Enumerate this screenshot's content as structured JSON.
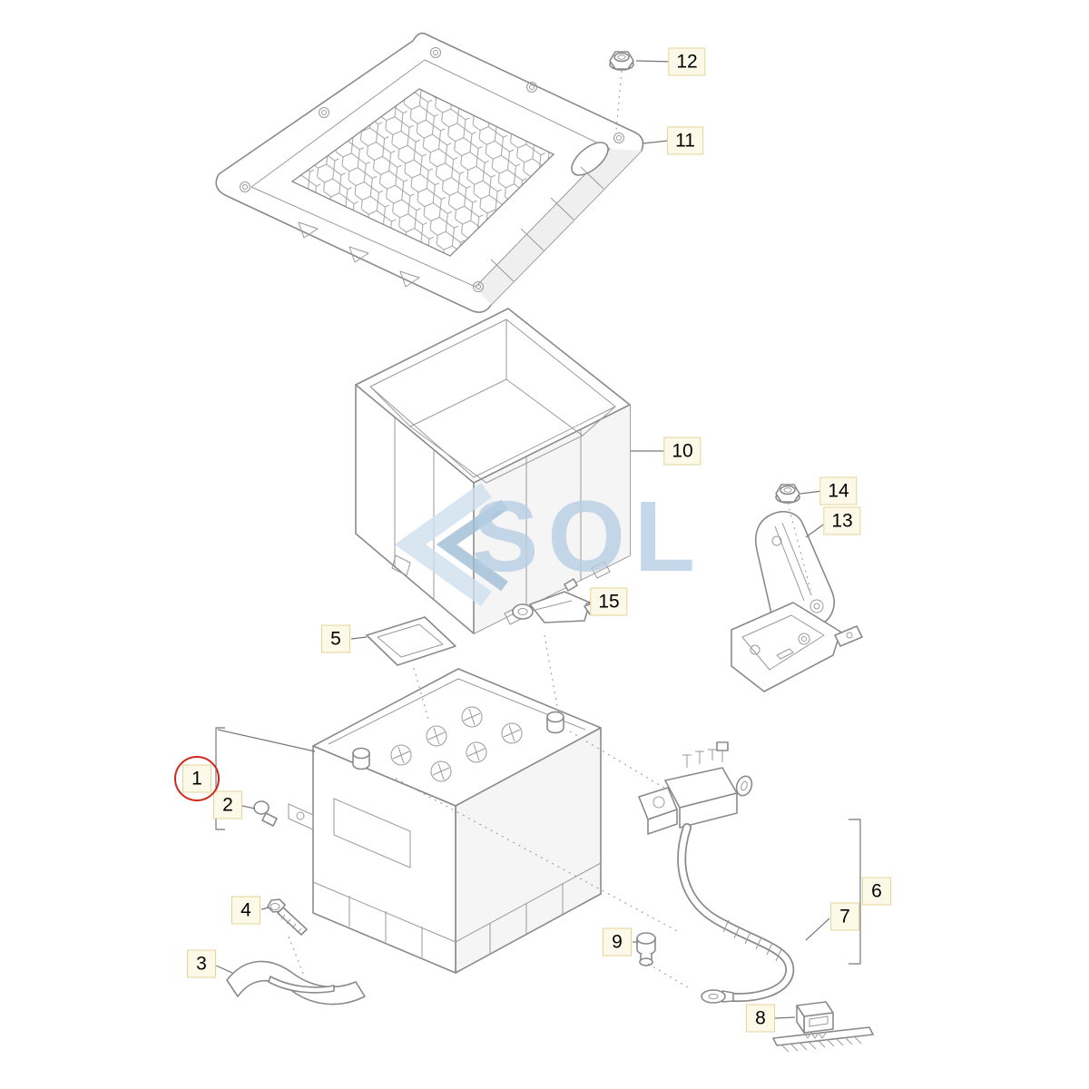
{
  "diagram": {
    "type": "exploded-parts-diagram",
    "subject": "car battery assembly with covers, brackets and cable",
    "background": "#ffffff",
    "line_color": "#8a8a8a",
    "callout_style": {
      "bg": "#fdf9e8",
      "border": "#e5d49a",
      "text_color": "#000000"
    },
    "selection": {
      "label": "1",
      "ring_color": "#d02818"
    },
    "watermark": {
      "text": "SOL",
      "logo": "sol-chevron-logo",
      "color": "#b7cfe4"
    },
    "callouts": [
      {
        "label": "1",
        "depicts": "battery",
        "selected": true
      },
      {
        "label": "2",
        "depicts": "plug"
      },
      {
        "label": "3",
        "depicts": "hold-down bracket"
      },
      {
        "label": "4",
        "depicts": "bolt"
      },
      {
        "label": "5",
        "depicts": "retaining plate"
      },
      {
        "label": "6",
        "depicts": "cable assembly group"
      },
      {
        "label": "7",
        "depicts": "battery cable"
      },
      {
        "label": "8",
        "depicts": "clip"
      },
      {
        "label": "9",
        "depicts": "grommet"
      },
      {
        "label": "10",
        "depicts": "battery box"
      },
      {
        "label": "11",
        "depicts": "battery cover tray"
      },
      {
        "label": "12",
        "depicts": "nut"
      },
      {
        "label": "13",
        "depicts": "bracket"
      },
      {
        "label": "14",
        "depicts": "nut"
      },
      {
        "label": "15",
        "depicts": "terminal clamp"
      }
    ]
  }
}
